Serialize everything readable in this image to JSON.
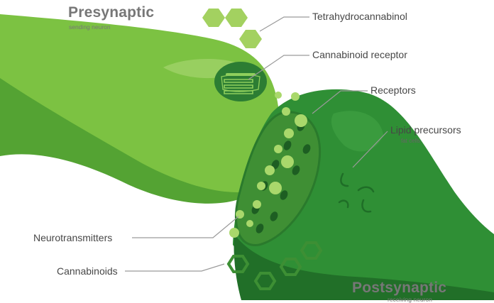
{
  "titles": {
    "presynaptic": "Presynaptic",
    "presynaptic_sub": "sending neuron",
    "postsynaptic": "Postsynaptic",
    "postsynaptic_sub": "receiving neuron"
  },
  "callouts": {
    "thc": "Tetrahydrocannabinol",
    "cannabinoid_receptor": "Cannabinoid receptor",
    "receptors": "Receptors",
    "lipid_precursors": "Lipid precursors",
    "lipid_precursors_sub": "fat cells",
    "neurotransmitters": "Neurotransmitters",
    "cannabinoids": "Cannabinoids"
  },
  "colors": {
    "presynaptic_main": "#7cc242",
    "presynaptic_shadow": "#54a333",
    "postsynaptic_main": "#2f8f35",
    "postsynaptic_dark": "#216f28",
    "synapse_face": "#3f8f34",
    "receptor_hole": "#1d5e22",
    "vesicle": "#a9d86b",
    "hexagon": "#a3d160",
    "hexagon_outline": "#3d8f34",
    "leader_line": "#9a9a9a"
  }
}
